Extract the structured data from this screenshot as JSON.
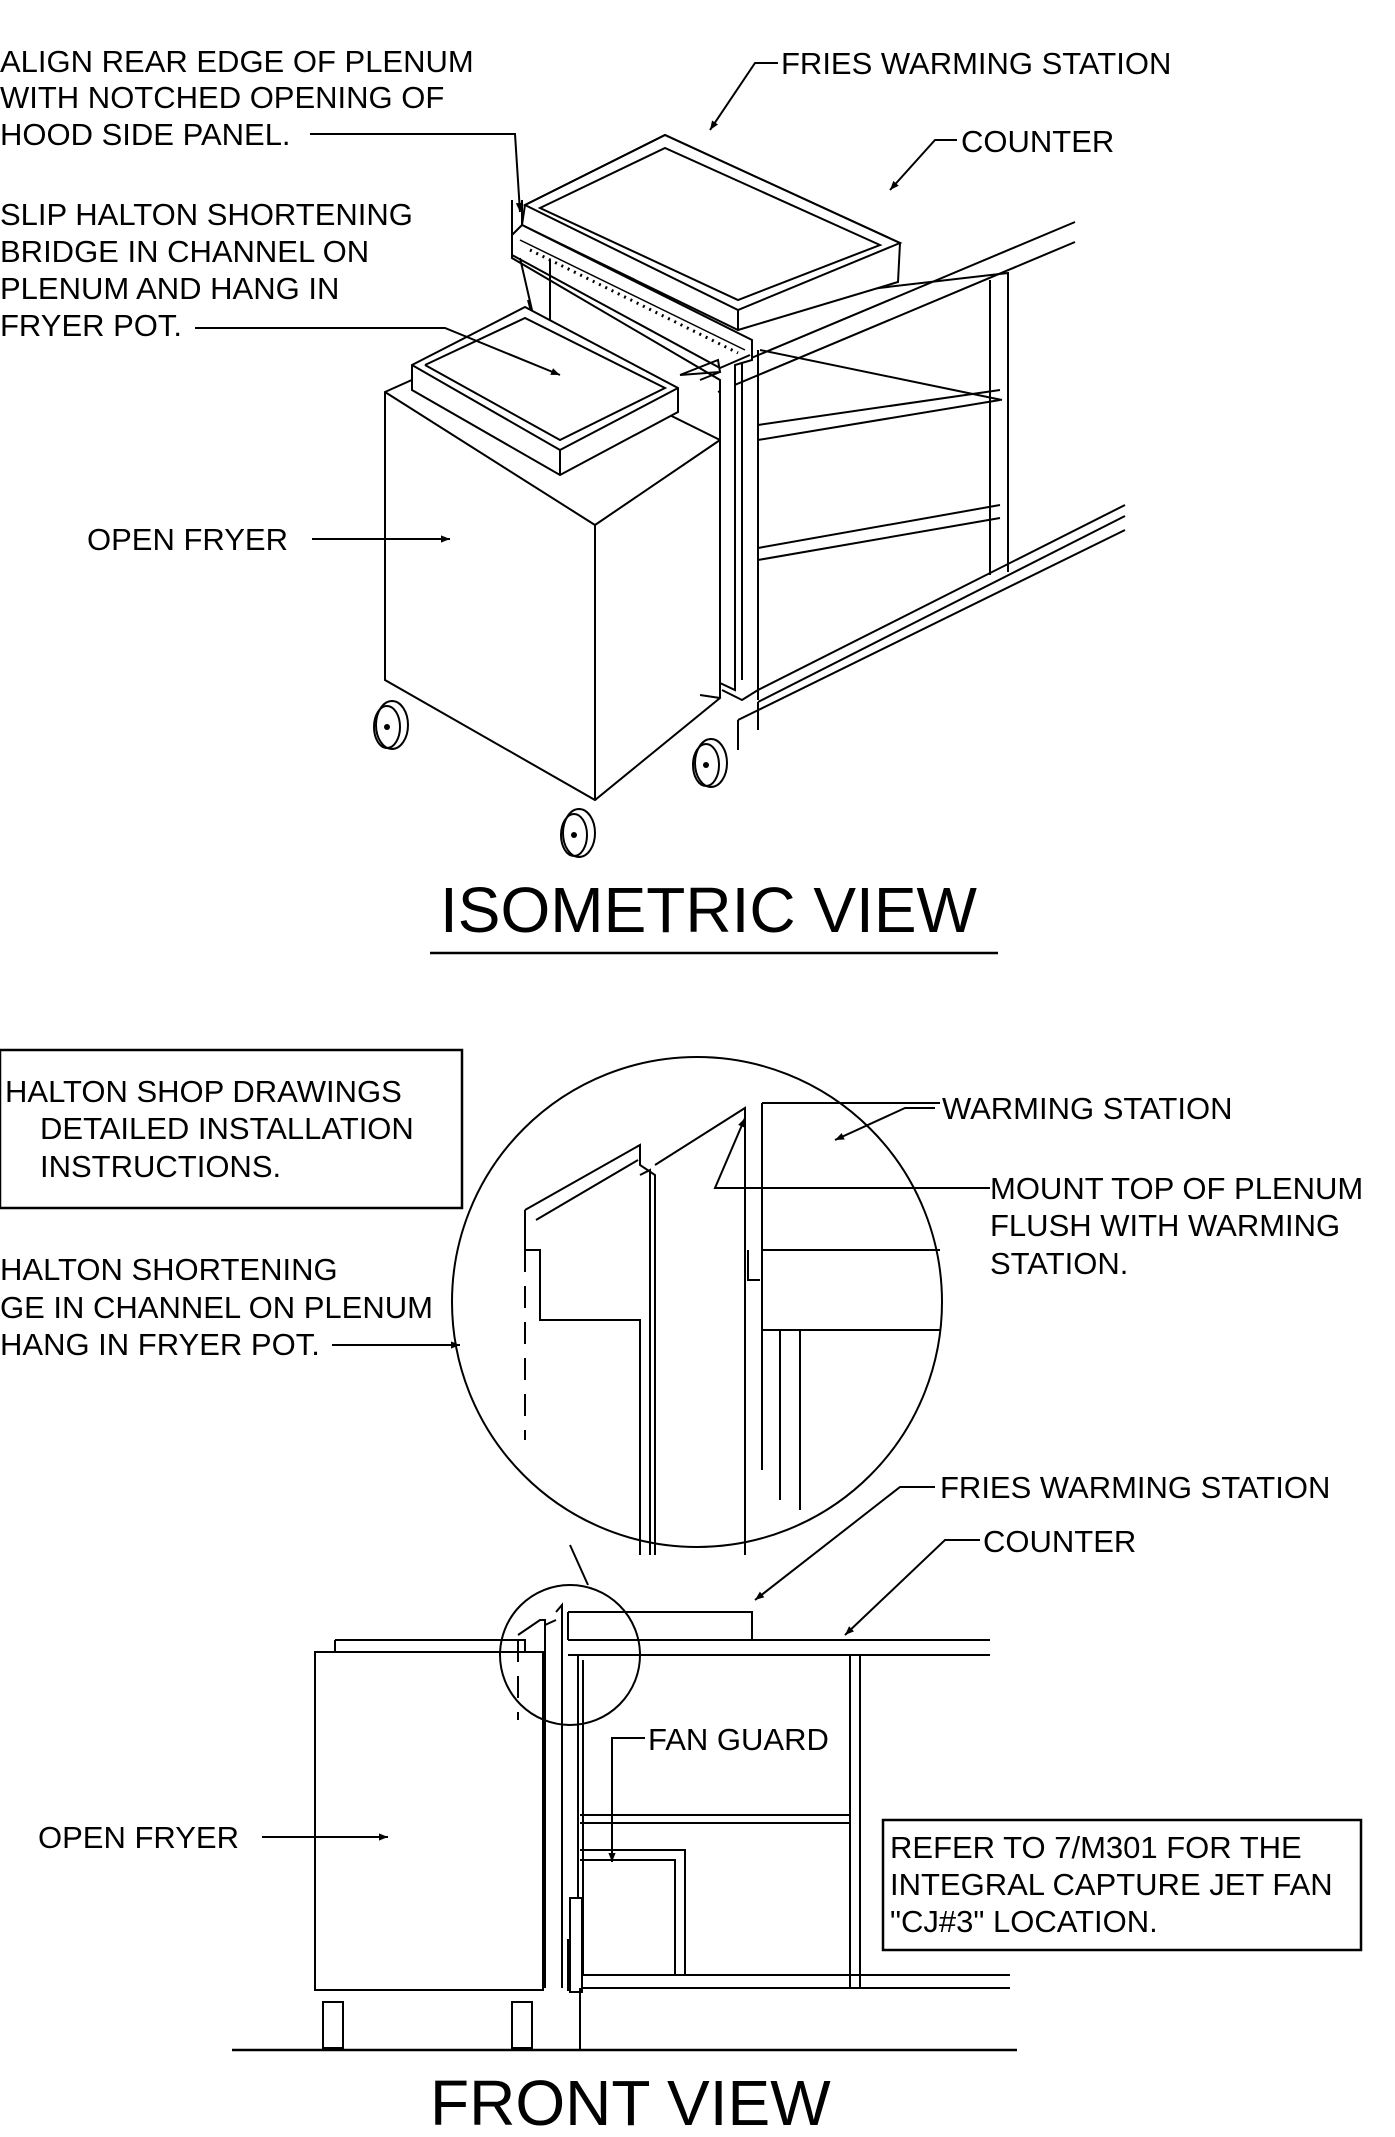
{
  "iso_view": {
    "title": "ISOMETRIC VIEW",
    "note_align": [
      "ALIGN REAR EDGE OF PLENUM",
      "WITH NOTCHED OPENING OF",
      "HOOD SIDE PANEL."
    ],
    "note_slip": [
      "SLIP HALTON SHORTENING",
      "BRIDGE IN CHANNEL ON",
      "PLENUM AND  HANG IN",
      "FRYER POT."
    ],
    "label_fries_warming": "FRIES WARMING STATION",
    "label_counter": "COUNTER",
    "label_open_fryer": "OPEN FRYER"
  },
  "front_view": {
    "title": "FRONT VIEW",
    "note_box": [
      "HALTON SHOP DRAWINGS",
      "DETAILED INSTALLATION",
      "INSTRUCTIONS."
    ],
    "note_slip": [
      "HALTON SHORTENING",
      "GE IN CHANNEL ON PLENUM",
      "HANG IN FRYER POT."
    ],
    "label_warming_station": "WARMING STATION",
    "note_mount": [
      "MOUNT TOP OF PLENUM",
      "FLUSH WITH WARMING",
      "STATION."
    ],
    "label_fries_warming": "FRIES WARMING STATION",
    "label_counter": "COUNTER",
    "label_fan_guard": "FAN GUARD",
    "label_open_fryer": "OPEN FRYER",
    "note_refer": [
      "REFER TO 7/M301 FOR THE",
      "INTEGRAL CAPTURE JET FAN",
      "\"CJ#3\" LOCATION."
    ]
  }
}
